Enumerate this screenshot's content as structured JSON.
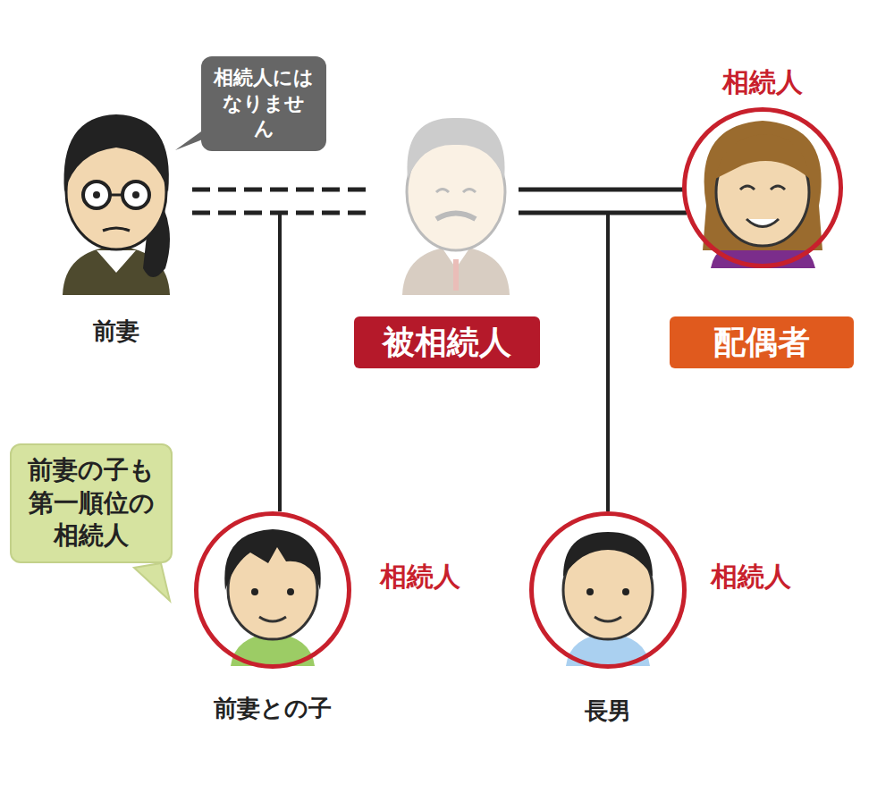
{
  "diagram": {
    "nodes": [
      {
        "text": [
          "相続人にはなりません"
        ]
      },
      {
        "text": [
          "被相続人"
        ]
      },
      {
        "text": [
          "相続人"
        ]
      },
      {
        "text": [
          "配偶者"
        ]
      },
      {
        "text": [
          "前妻の子も第一順位の相続人"
        ]
      },
      {
        "text": [
          "相続人",
          "前妻との子"
        ]
      },
      {
        "text": [
          "相続人",
          "長男"
        ]
      }
    ],
    "edges": [
      {
        "from": 2,
        "to": 6,
        "arrow": "none"
      }
    ],
    "labels": [
      "前妻"
    ]
  }
}
